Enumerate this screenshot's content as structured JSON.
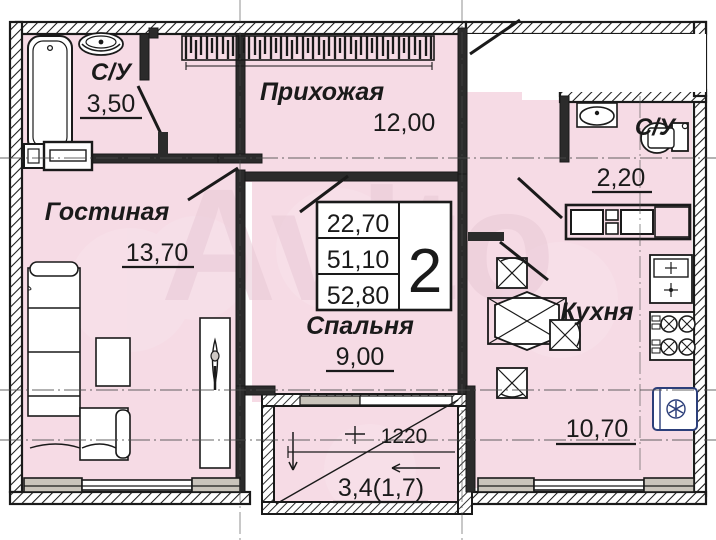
{
  "plan": {
    "title": "Планировка квартиры",
    "fill_color": "#f6dbe5",
    "fill_color_light": "#f8e4ec",
    "wall_color": "#1a1a1a",
    "wall_fill": "#ffffff",
    "window_color": "#c9c4bb",
    "watermark": "Avito"
  },
  "rooms": [
    {
      "id": "bath-main",
      "name": "С/У",
      "area": "3,50"
    },
    {
      "id": "hallway",
      "name": "Прихожая",
      "area": "12,00"
    },
    {
      "id": "living",
      "name": "Гостиная",
      "area": "13,70"
    },
    {
      "id": "bath-small",
      "name": "С/У",
      "area": "2,20"
    },
    {
      "id": "bedroom",
      "name": "Спальня",
      "area": "9,00"
    },
    {
      "id": "kitchen",
      "name": "Кухня",
      "area": "10,70"
    }
  ],
  "info_box": {
    "rows": [
      "22,70",
      "51,10",
      "52,80"
    ],
    "rooms_count": "2"
  },
  "balcony": {
    "dimension": "1220",
    "area": "3,4(1,7)"
  },
  "fixtures": {
    "bathtub": "bathtub-icon",
    "washbasin": "washbasin-icon",
    "toilet": "toilet-icon",
    "stove": "stove-icon",
    "sink": "kitchen-sink-icon",
    "fridge": "fridge-icon",
    "sofa": "sofa-icon",
    "table": "dining-table-icon",
    "wardrobe": "wardrobe-icon"
  }
}
